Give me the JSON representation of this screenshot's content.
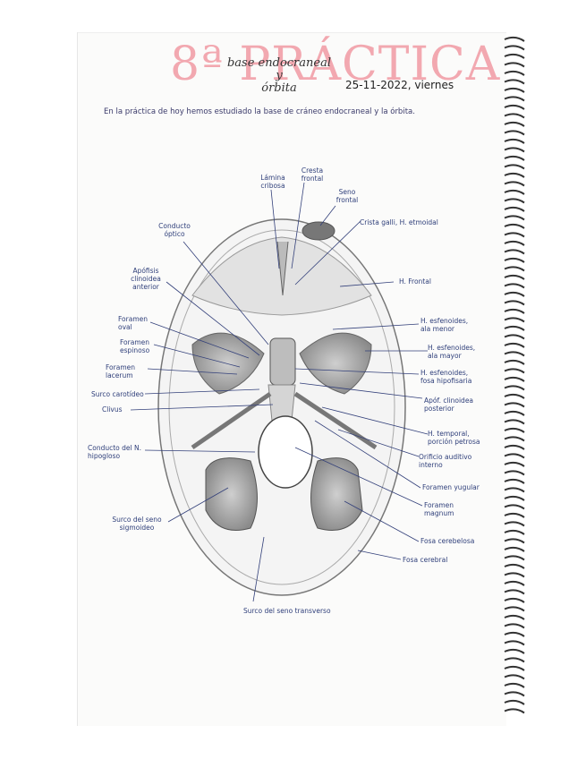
{
  "header": {
    "title": "8ª PRÁCTICA",
    "subtitle_line1": "base endocraneal",
    "subtitle_line2": "y",
    "subtitle_line3": "órbita",
    "date": "25-11-2022, viernes"
  },
  "intro_text": "En la práctica de hoy hemos estudiado la base de cráneo endocraneal y la órbita.",
  "labels": {
    "lamina_cribosa": "Lámina cribosa",
    "cresta_frontal": "Cresta frontal",
    "seno_frontal": "Seno frontal",
    "crista_galli": "Crista galli, H. etmoidal",
    "conducto_optico": "Conducto óptico",
    "apofisis_anterior": "Apófisis clinoidea anterior",
    "h_frontal": "H. Frontal",
    "foramen_oval": "Foramen oval",
    "h_esfenoides_menor": "H. esfenoides, ala menor",
    "foramen_espinoso": "Foramen espinoso",
    "h_esfenoides_mayor": "H. esfenoides, ala mayor",
    "foramen_lacerum": "Foramen lacerum",
    "h_esfenoides_fosa": "H. esfenoides, fosa hipofisaria",
    "surco_carotideo": "Surco carotídeo",
    "apofisis_posterior": "Apóf. clinoidea posterior",
    "clivus": "Clivus",
    "h_temporal": "H. temporal, porción petrosa",
    "conducto_hipogloso": "Conducto del N. hipogloso",
    "orificio_auditivo": "Orificio auditivo interno",
    "foramen_yugular": "Foramen yugular",
    "surco_sigmoideo": "Surco del seno sigmoideo",
    "foramen_magnum": "Foramen magnum",
    "fosa_cerebelosa": "Fosa cerebelosa",
    "fosa_cerebral": "Fosa cerebral",
    "surco_transverso": "Surco del seno transverso"
  }
}
